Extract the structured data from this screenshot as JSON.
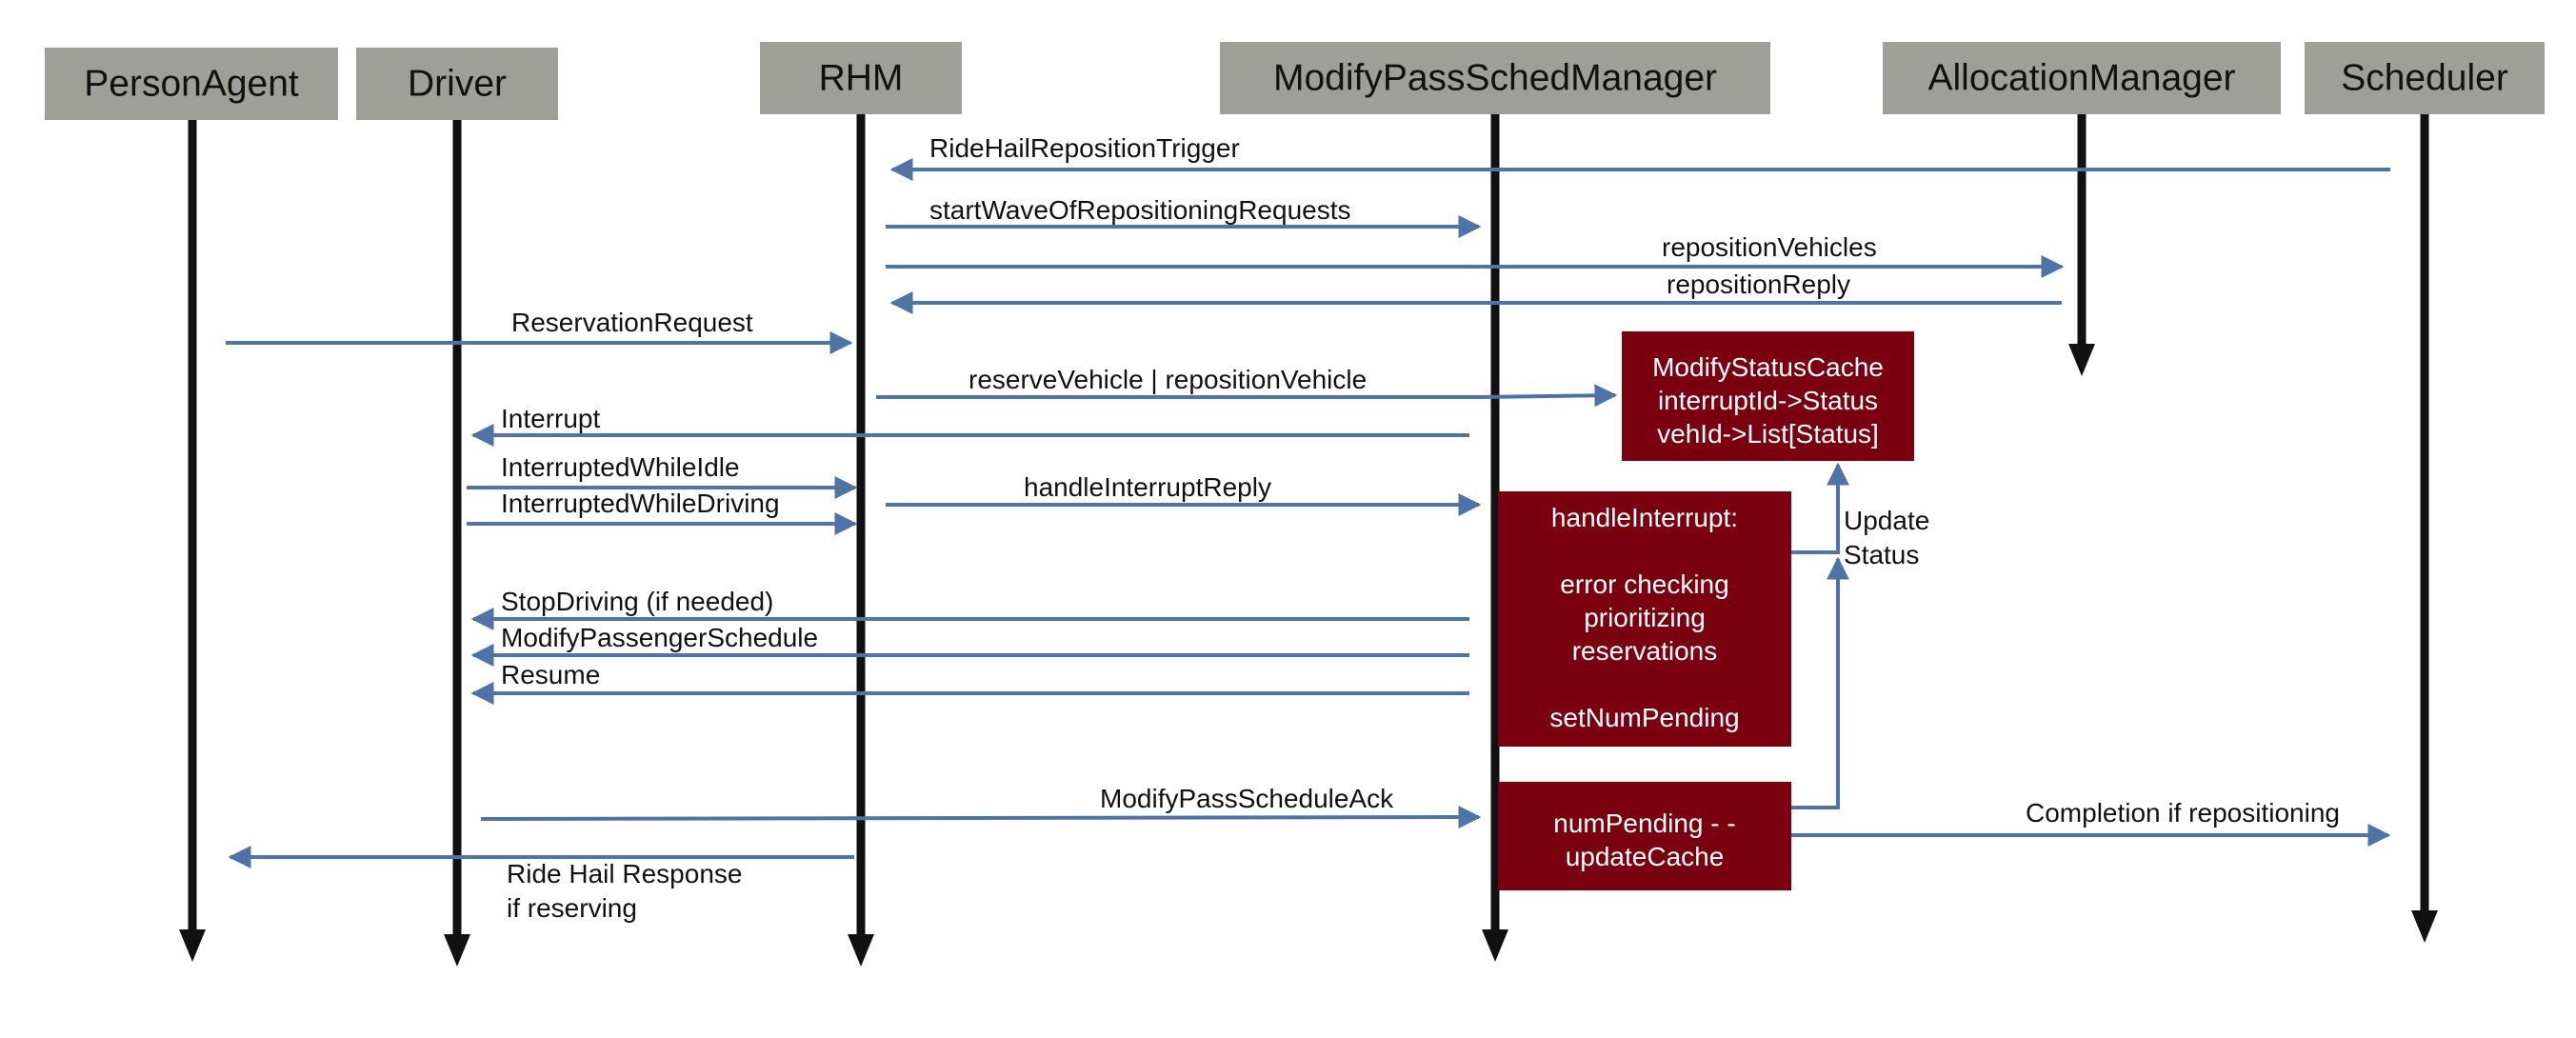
{
  "actors": [
    {
      "id": "person",
      "label": "PersonAgent"
    },
    {
      "id": "driver",
      "label": "Driver"
    },
    {
      "id": "rhm",
      "label": "RHM"
    },
    {
      "id": "mpsm",
      "label": "ModifyPassSchedManager"
    },
    {
      "id": "alloc",
      "label": "AllocationManager"
    },
    {
      "id": "sched",
      "label": "Scheduler"
    }
  ],
  "messages": [
    {
      "id": "ride-hail-reposition-trigger",
      "label": "RideHailRepositionTrigger"
    },
    {
      "id": "start-wave-of-repositioning-requests",
      "label": "startWaveOfRepositioningRequests"
    },
    {
      "id": "reposition-vehicles",
      "label": "repositionVehicles"
    },
    {
      "id": "reposition-reply",
      "label": "repositionReply"
    },
    {
      "id": "reservation-request",
      "label": "ReservationRequest"
    },
    {
      "id": "reserve-vehicle",
      "label": "reserveVehicle | repositionVehicle"
    },
    {
      "id": "interrupt",
      "label": "Interrupt"
    },
    {
      "id": "interrupted-while-idle",
      "label": "InterruptedWhileIdle"
    },
    {
      "id": "interrupted-while-driving",
      "label": "InterruptedWhileDriving"
    },
    {
      "id": "handle-interrupt-reply",
      "label": "handleInterruptReply"
    },
    {
      "id": "stop-driving",
      "label": "StopDriving (if needed)"
    },
    {
      "id": "modify-passenger-schedule",
      "label": "ModifyPassengerSchedule"
    },
    {
      "id": "resume",
      "label": "Resume"
    },
    {
      "id": "modify-pass-schedule-ack",
      "label": "ModifyPassScheduleAck"
    },
    {
      "id": "ride-hail-response",
      "label": [
        "Ride Hail Response",
        "if reserving"
      ]
    },
    {
      "id": "completion",
      "label": "Completion if repositioning"
    },
    {
      "id": "update-status",
      "label": [
        "Update",
        "Status"
      ]
    }
  ],
  "boxes": [
    {
      "id": "modify-status-cache",
      "lines": [
        "ModifyStatusCache",
        "interruptId->Status",
        "vehId->List[Status]"
      ]
    },
    {
      "id": "handle-interrupt",
      "lines": [
        "handleInterrupt:",
        "",
        "error checking",
        "prioritizing",
        "reservations",
        "",
        "setNumPending"
      ]
    },
    {
      "id": "num-pending",
      "lines": [
        "numPending - -",
        "updateCache"
      ]
    }
  ],
  "colors": {
    "actor_fill": "#9f9f9a",
    "message_line": "#4e73a6",
    "process_box": "#7a0010",
    "lifeline": "#111111"
  }
}
